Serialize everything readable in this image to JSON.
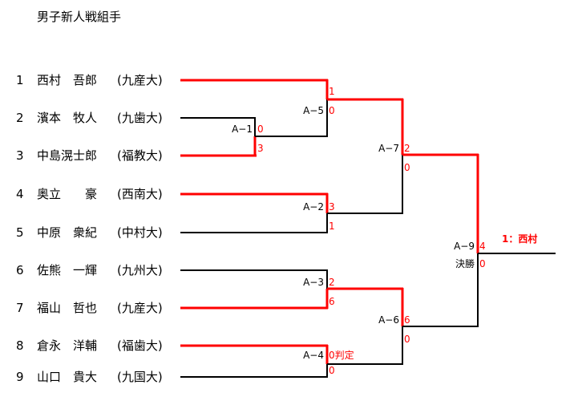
{
  "title": "男子新人戦組手",
  "colors": {
    "winner_line": "#ff0000",
    "loser_line": "#000000",
    "score": "#ff0000"
  },
  "players": [
    {
      "num": "1",
      "name": "西村　吾郎",
      "school": "(九産大)"
    },
    {
      "num": "2",
      "name": "濱本　牧人",
      "school": "(九歯大)"
    },
    {
      "num": "3",
      "name": "中島滉士郎",
      "school": "(福教大)"
    },
    {
      "num": "4",
      "name": "奥立　　豪",
      "school": "(西南大)"
    },
    {
      "num": "5",
      "name": "中原　衆紀",
      "school": "(中村大)"
    },
    {
      "num": "6",
      "name": "佐熊　一輝",
      "school": "(九州大)"
    },
    {
      "num": "7",
      "name": "福山　哲也",
      "school": "(九産大)"
    },
    {
      "num": "8",
      "name": "倉永　洋輔",
      "school": "(福歯大)"
    },
    {
      "num": "9",
      "name": "山口　貴大",
      "school": "(九国大)"
    }
  ],
  "matches": {
    "A1": {
      "label": "A−1",
      "top_score": "0",
      "bottom_score": "3",
      "winner": "bottom"
    },
    "A2": {
      "label": "A−2",
      "top_score": "3",
      "bottom_score": "1",
      "winner": "top"
    },
    "A3": {
      "label": "A−3",
      "top_score": "2",
      "bottom_score": "6",
      "winner": "bottom"
    },
    "A4": {
      "label": "A−4",
      "top_score": "0判定",
      "bottom_score": "0",
      "winner": "top"
    },
    "A5": {
      "label": "A−5",
      "top_score": "1",
      "bottom_score": "0",
      "winner": "top"
    },
    "A6": {
      "label": "A−6",
      "top_score": "6",
      "bottom_score": "0",
      "winner": "top"
    },
    "A7": {
      "label": "A−7",
      "top_score": "2",
      "bottom_score": "0",
      "winner": "top"
    },
    "A9": {
      "label": "A−9",
      "sublabel": "決勝",
      "top_score": "4",
      "bottom_score": "0",
      "winner": "top"
    }
  },
  "champion": "1：西村"
}
